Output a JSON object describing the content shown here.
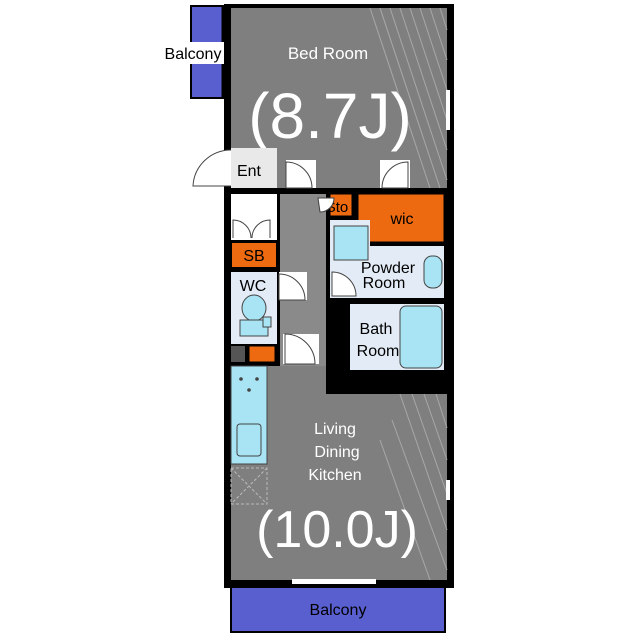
{
  "rooms": {
    "bedroom": {
      "label": "Bed Room",
      "size": "(8.7J)"
    },
    "entrance": {
      "label": "Ent"
    },
    "storage": {
      "label": "Sto"
    },
    "wic": {
      "label": "wic"
    },
    "shoe_box": {
      "label": "SB"
    },
    "wc": {
      "label": "WC"
    },
    "powder_room": {
      "label_line1": "Powder",
      "label_line2": "Room"
    },
    "bath_room": {
      "label_line1": "Bath",
      "label_line2": "Room"
    },
    "ldk": {
      "label_line1": "Living",
      "label_line2": "Dining",
      "label_line3": "Kitchen",
      "size": "(10.0J)"
    },
    "balcony_top": {
      "label": "Balcony"
    },
    "balcony_bottom": {
      "label": "Balcony"
    }
  },
  "colors": {
    "room_gray": "#7f7f7f",
    "corridor_gray": "#8a8a8a",
    "wall": "#000000",
    "orange": "#ee6a10",
    "water_blue": "#a9e4f5",
    "wet_floor": "#e3ecf6",
    "balcony_blue": "#5a5fd0",
    "entry_floor": "#e9e9e9"
  }
}
